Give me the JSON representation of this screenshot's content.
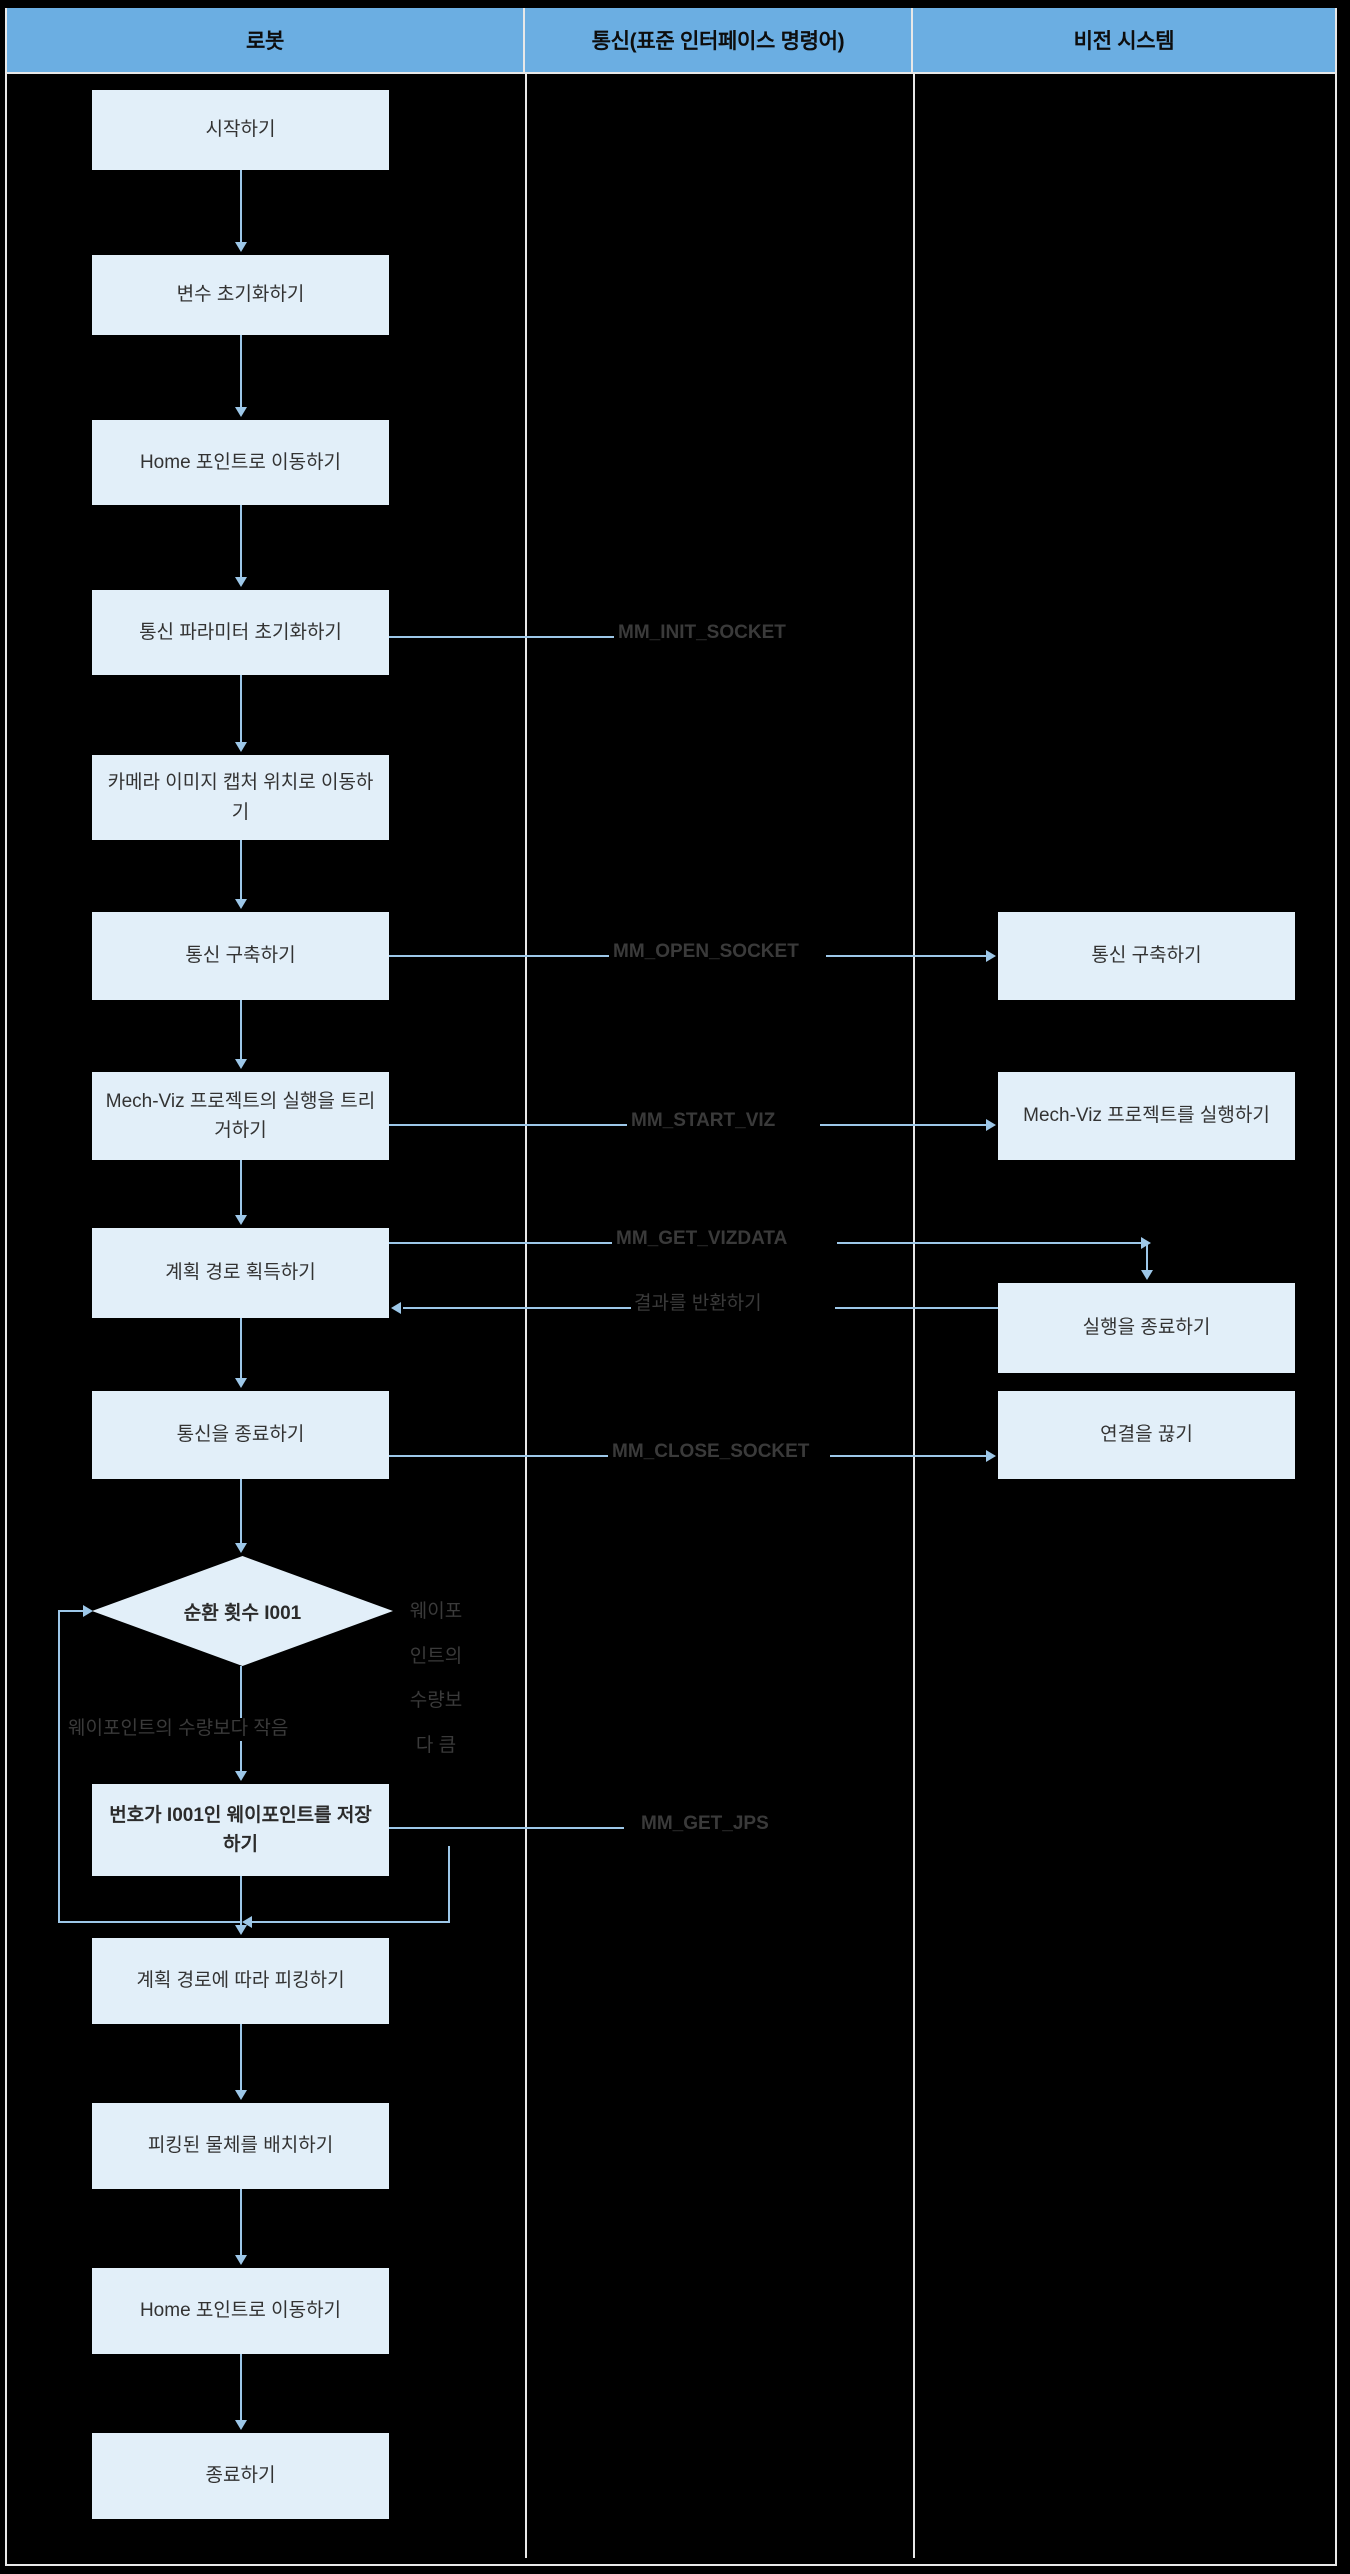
{
  "diagram": {
    "title": "robot-vision-communication-flowchart",
    "colors": {
      "lane_header_bg": "#6BAEE2",
      "node_bg": "#E2EFF9",
      "connector": "#9DC7E8",
      "canvas_bg": "#000000",
      "frame": "#E8E8E8",
      "text": "#333333"
    }
  },
  "lanes": [
    {
      "id": "robot",
      "label": "로봇"
    },
    {
      "id": "comm",
      "label": "통신(표준 인터페이스 명령어)"
    },
    {
      "id": "vision",
      "label": "비전 시스템"
    }
  ],
  "robot_nodes": [
    {
      "id": "start",
      "label": "시작하기"
    },
    {
      "id": "init-vars",
      "label": "변수 초기화하기"
    },
    {
      "id": "move-home-1",
      "label": "Home 포인트로 이동하기"
    },
    {
      "id": "init-comm",
      "label": "통신 파라미터 초기화하기"
    },
    {
      "id": "move-capture",
      "label": "카메라 이미지 캡처 위치로 이동하기"
    },
    {
      "id": "open-comm",
      "label": "통신 구축하기"
    },
    {
      "id": "trigger-viz",
      "label": "Mech-Viz 프로젝트의 실행을 트리거하기"
    },
    {
      "id": "get-path",
      "label": "계획 경로 획득하기"
    },
    {
      "id": "close-comm",
      "label": "통신을 종료하기"
    },
    {
      "id": "save-wp",
      "label": "번호가 I001인 웨이포인트를 저장하기"
    },
    {
      "id": "pick-path",
      "label": "계획 경로에 따라 피킹하기"
    },
    {
      "id": "place",
      "label": "피킹된 물체를 배치하기"
    },
    {
      "id": "move-home-2",
      "label": "Home 포인트로 이동하기"
    },
    {
      "id": "end",
      "label": "종료하기"
    }
  ],
  "decision": {
    "id": "loop-count",
    "label": "순환 횟수 I001",
    "branch_true_label": "웨이포인트의 수량보다 작음",
    "branch_false_label": "웨이포인트의 수량보다 큼"
  },
  "vision_nodes": [
    {
      "id": "v-open-comm",
      "label": "통신 구축하기"
    },
    {
      "id": "v-run-viz",
      "label": "Mech-Viz 프로젝트를 실행하기"
    },
    {
      "id": "v-end-run",
      "label": "실행을 종료하기"
    },
    {
      "id": "v-disconnect",
      "label": "연결을 끊기"
    }
  ],
  "commands": [
    {
      "id": "cmd-init-socket",
      "label": "MM_INIT_SOCKET"
    },
    {
      "id": "cmd-open-socket",
      "label": "MM_OPEN_SOCKET"
    },
    {
      "id": "cmd-start-viz",
      "label": "MM_START_VIZ"
    },
    {
      "id": "cmd-get-vizdata",
      "label": "MM_GET_VIZDATA"
    },
    {
      "id": "cmd-return-result",
      "label": "결과를 반환하기"
    },
    {
      "id": "cmd-close-socket",
      "label": "MM_CLOSE_SOCKET"
    },
    {
      "id": "cmd-get-jps",
      "label": "MM_GET_JPS"
    }
  ]
}
